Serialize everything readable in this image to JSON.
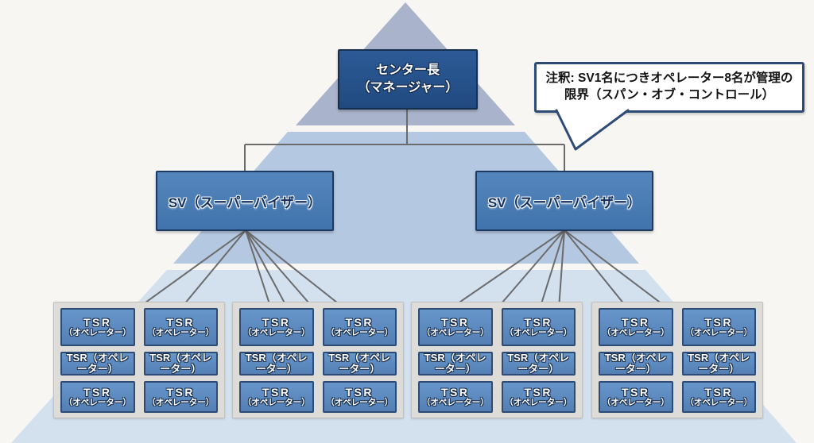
{
  "diagram_title": "",
  "org": {
    "top": {
      "title": "センター長",
      "subtitle": "（マネージャー）"
    },
    "supervisors": [
      {
        "label": "SV（スーパーバイザー）"
      },
      {
        "label": "SV（スーパーバイザー）"
      }
    ],
    "note": {
      "text": "注釈: SV1名につきオペレーター8名が管理の限界（スパン・オブ・コントロール）"
    },
    "tsr": {
      "group_count": 4,
      "boxes_per_group": 6,
      "rows": [
        {
          "style": "two-line",
          "label": "TSR",
          "sublabel": "（オペレーター）"
        },
        {
          "style": "wrapped",
          "label": "TSR（オペレーター）"
        },
        {
          "style": "two-line",
          "label": "TSR",
          "sublabel": "（オペレーター）"
        }
      ]
    }
  },
  "colors": {
    "background": "#f7f6f3",
    "pyramid_top": "#a9b4cc",
    "pyramid_middle": "#b5c8e2",
    "pyramid_bottom": "#d3e1ef",
    "node_dark_fill": "#204a80",
    "node_mid_fill": "#4c7db5",
    "tsr_fill": "#5c8cc0",
    "panel_fill": "#dddcd9",
    "connector": "#6b6b6b",
    "note_border": "#2e4a76"
  }
}
